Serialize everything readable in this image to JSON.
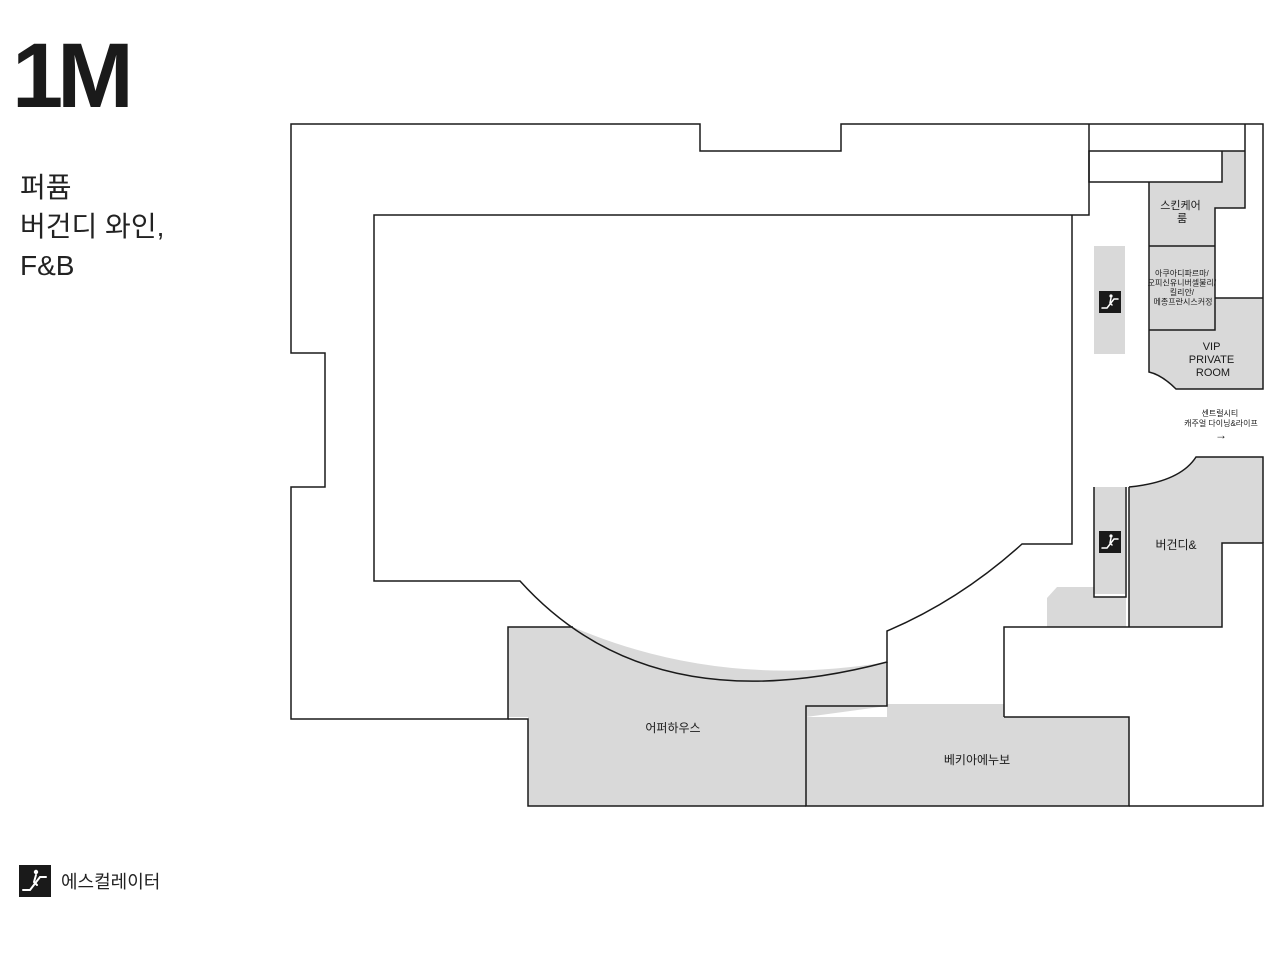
{
  "floor": {
    "title": "1M",
    "categories": [
      "퍼퓸",
      "버건디 와인,",
      "F&B"
    ]
  },
  "stores": {
    "skincare": [
      "스킨케어",
      "룸"
    ],
    "brands": [
      "아쿠아디파르마/",
      "오피신유니버셀불리/",
      "킬리안/",
      "메종프란시스커정"
    ],
    "vip": [
      "VIP",
      "PRIVATE",
      "ROOM"
    ],
    "burgundy": "버건디&",
    "upperhouse": "어퍼하우스",
    "bakery": "베키아에누보"
  },
  "exit": {
    "lines": [
      "센트럴시티",
      "캐주얼 다이닝&라이프"
    ],
    "arrow": "→"
  },
  "legend": {
    "label": "에스컬레이터",
    "icon": "escalator-icon"
  },
  "colors": {
    "shade": "#d9d9d9",
    "line": "#1a1a1a",
    "icon_bg": "#1a1a1a"
  }
}
